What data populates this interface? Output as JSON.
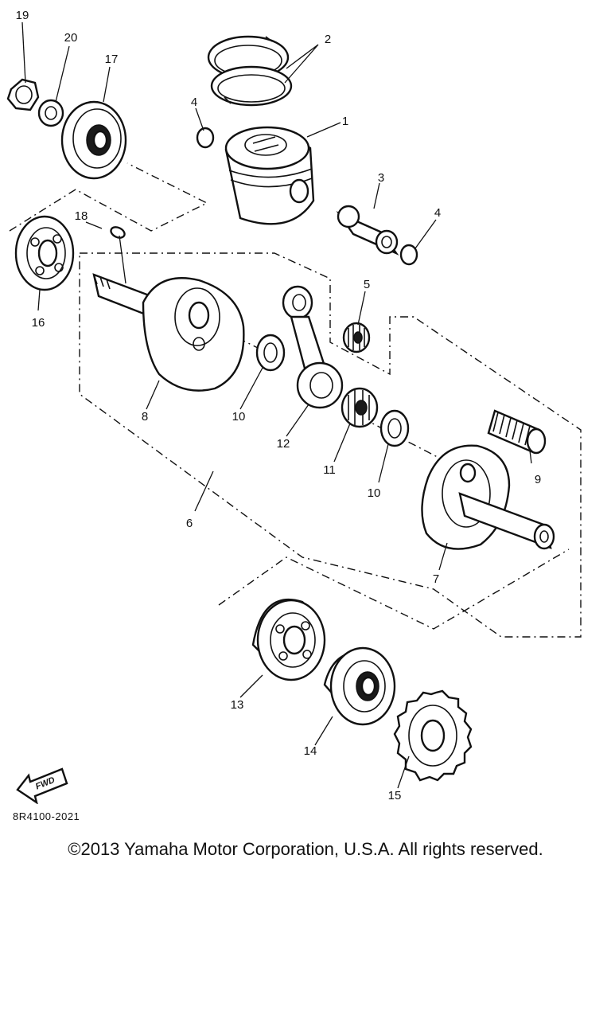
{
  "diagram": {
    "callouts": [
      "1",
      "2",
      "3",
      "4",
      "4",
      "5",
      "6",
      "7",
      "8",
      "9",
      "10",
      "10",
      "11",
      "12",
      "13",
      "14",
      "15",
      "16",
      "17",
      "18",
      "19",
      "20"
    ],
    "fwd_label": "FWD"
  },
  "footer": {
    "catalog_code": "8R4100-2021",
    "copyright": "©2013 Yamaha Motor Corporation, U.S.A. All rights reserved."
  }
}
